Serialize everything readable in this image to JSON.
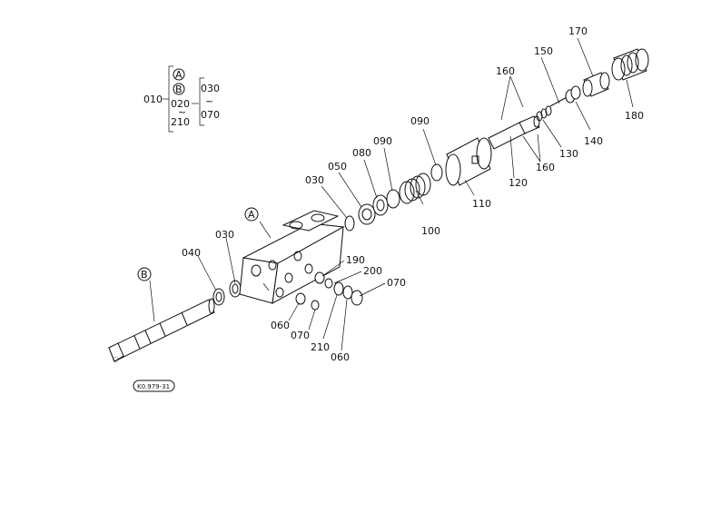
{
  "legend": {
    "circle_a": "A",
    "circle_b": "B",
    "code_010": "010",
    "code_020": "020",
    "code_210": "210",
    "code_030": "030",
    "code_070": "070",
    "tilde_1": "~",
    "tilde_2": "~"
  },
  "callouts": [
    {
      "id": "010",
      "text": "010"
    },
    {
      "id": "030a",
      "text": "030"
    },
    {
      "id": "030b",
      "text": "030"
    },
    {
      "id": "030c",
      "text": "030"
    },
    {
      "id": "040",
      "text": "040"
    },
    {
      "id": "050",
      "text": "050"
    },
    {
      "id": "060a",
      "text": "060"
    },
    {
      "id": "060b",
      "text": "060"
    },
    {
      "id": "070a",
      "text": "070"
    },
    {
      "id": "070b",
      "text": "070"
    },
    {
      "id": "080",
      "text": "080"
    },
    {
      "id": "090a",
      "text": "090"
    },
    {
      "id": "090b",
      "text": "090"
    },
    {
      "id": "100",
      "text": "100"
    },
    {
      "id": "110",
      "text": "110"
    },
    {
      "id": "120",
      "text": "120"
    },
    {
      "id": "130",
      "text": "130"
    },
    {
      "id": "140",
      "text": "140"
    },
    {
      "id": "150",
      "text": "150"
    },
    {
      "id": "160a",
      "text": "160"
    },
    {
      "id": "160b",
      "text": "160"
    },
    {
      "id": "170",
      "text": "170"
    },
    {
      "id": "180",
      "text": "180"
    },
    {
      "id": "190",
      "text": "190"
    },
    {
      "id": "200",
      "text": "200"
    },
    {
      "id": "210",
      "text": "210"
    }
  ],
  "markers": {
    "a": "A",
    "b": "B"
  },
  "drawing_code": "K0.979-31"
}
